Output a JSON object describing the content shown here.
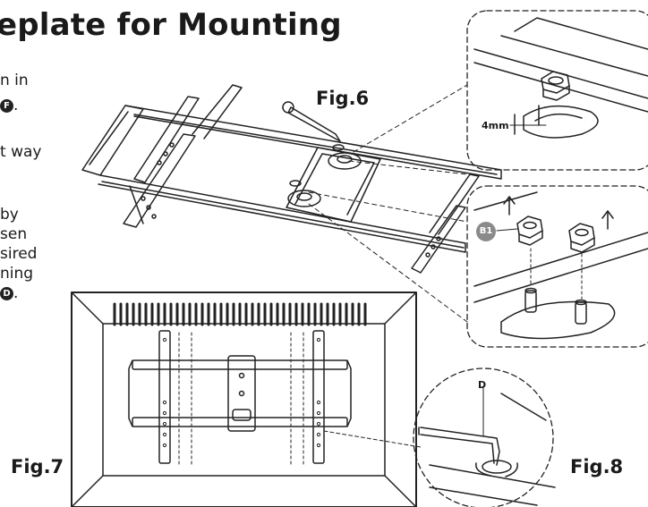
{
  "title": "eplate for Mounting",
  "body_lines": [
    {
      "text": "n in"
    },
    {
      "text": "",
      "badge": "F",
      "after": "."
    },
    {
      "text": "t way"
    },
    {
      "text": "by"
    },
    {
      "text": "sen"
    },
    {
      "text": "sired"
    },
    {
      "text": "ning"
    },
    {
      "text": "",
      "badge": "D",
      "after": "."
    }
  ],
  "figures": {
    "fig6": "Fig.6",
    "fig7": "Fig.7",
    "fig8": "Fig.8"
  },
  "callouts": {
    "measure": "4mm",
    "b1": "B1",
    "d": "D"
  }
}
